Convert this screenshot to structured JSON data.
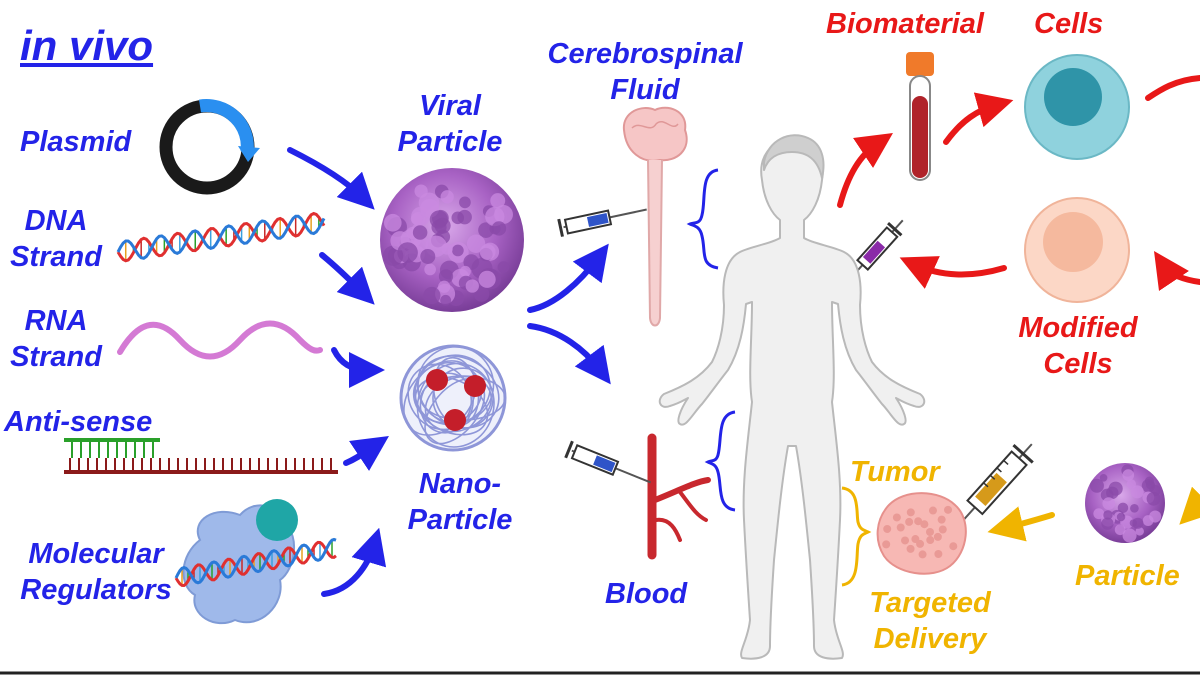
{
  "heading": "in vivo",
  "payloads": {
    "plasmid": "Plasmid",
    "dna": [
      "DNA",
      "Strand"
    ],
    "rna": [
      "RNA",
      "Strand"
    ],
    "antisense": "Anti-sense",
    "regulators": [
      "Molecular",
      "Regulators"
    ]
  },
  "vectors": {
    "viral": [
      "Viral",
      "Particle"
    ],
    "nano": [
      "Nano-",
      "Particle"
    ]
  },
  "routes": {
    "csf": [
      "Cerebrospinal",
      "Fluid"
    ],
    "blood": "Blood"
  },
  "ex_vivo": {
    "biomaterial": "Biomaterial",
    "cells": "Cells",
    "modified": [
      "Modified",
      "Cells"
    ]
  },
  "targeted": {
    "tumor": "Tumor",
    "particle": "Particle",
    "delivery": [
      "Targeted",
      "Delivery"
    ]
  },
  "colors": {
    "in_vivo": "#2323e8",
    "ex_vivo": "#e81818",
    "targeted": "#f0b400"
  }
}
